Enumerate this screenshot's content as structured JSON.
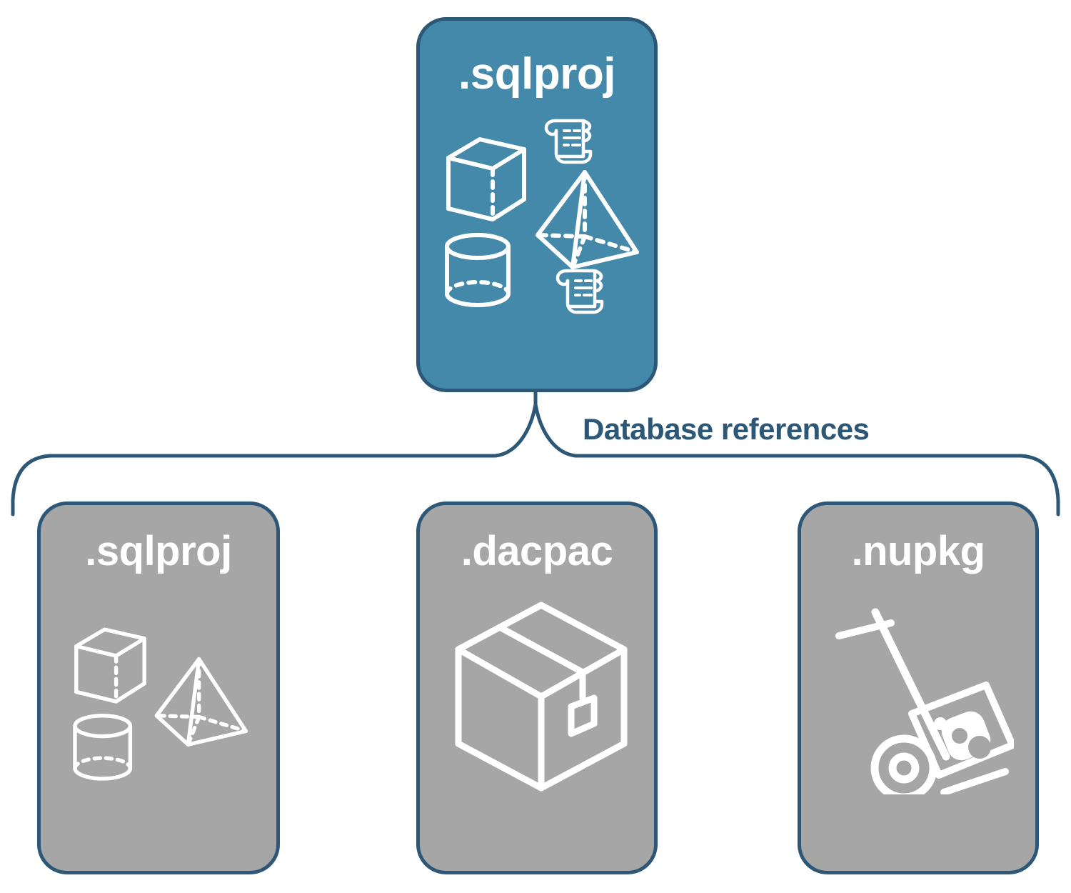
{
  "diagram": {
    "title_top_node": ".sqlproj",
    "connector_label": "Database references",
    "nodes": [
      {
        "id": "sqlproj-root",
        "label": ".sqlproj",
        "style": "blue",
        "icons": [
          "cube-icon",
          "pyramid-icon",
          "cylinder-icon",
          "scroll-icon",
          "scroll-icon"
        ]
      },
      {
        "id": "sqlproj-ref",
        "label": ".sqlproj",
        "style": "gray",
        "icons": [
          "cube-icon",
          "pyramid-icon",
          "cylinder-icon"
        ]
      },
      {
        "id": "dacpac-ref",
        "label": ".dacpac",
        "style": "gray",
        "icons": [
          "package-box-icon"
        ]
      },
      {
        "id": "nupkg-ref",
        "label": ".nupkg",
        "style": "gray",
        "icons": [
          "hand-truck-icon"
        ]
      }
    ],
    "colors": {
      "accent_blue": "#4489AA",
      "outline_dark_blue": "#2C5777",
      "neutral_gray": "#A6A6A6",
      "icon_white": "#FFFFFF",
      "background": "#FFFFFF"
    }
  }
}
